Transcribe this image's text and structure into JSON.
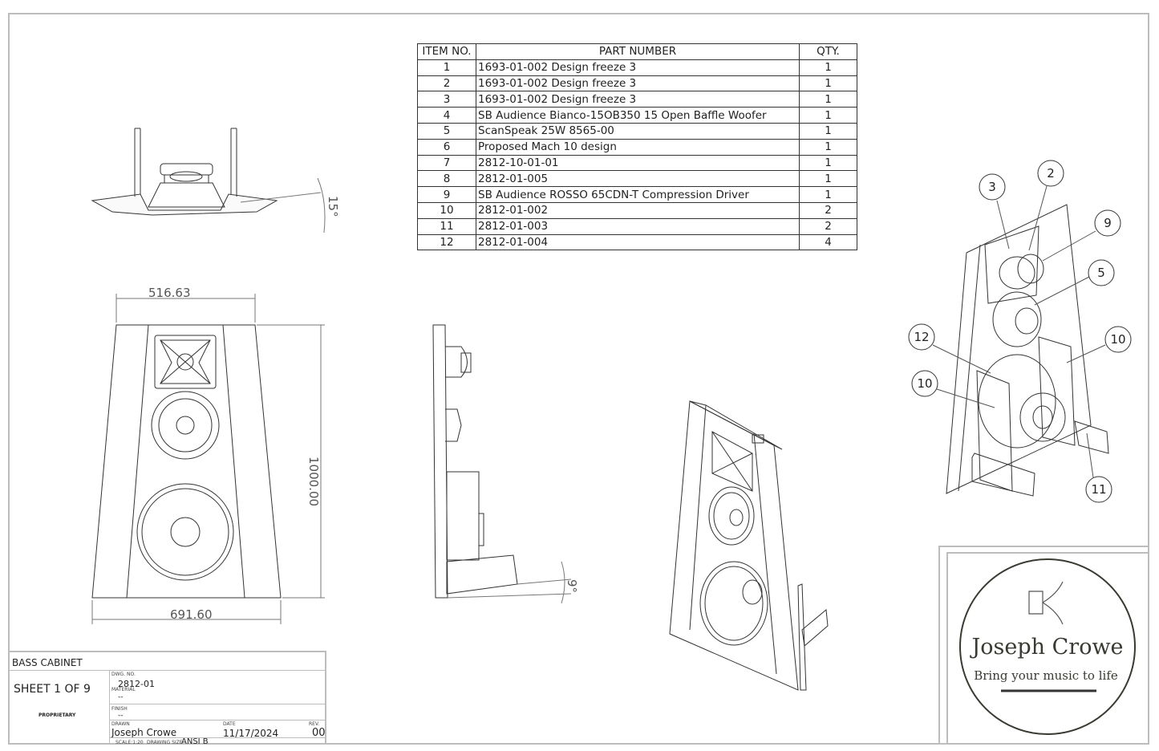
{
  "bom": {
    "headers": [
      "ITEM NO.",
      "PART NUMBER",
      "QTY."
    ],
    "rows": [
      {
        "item": "1",
        "part": "1693-01-002 Design freeze 3",
        "qty": "1"
      },
      {
        "item": "2",
        "part": "1693-01-002 Design freeze 3",
        "qty": "1"
      },
      {
        "item": "3",
        "part": "1693-01-002 Design freeze 3",
        "qty": "1"
      },
      {
        "item": "4",
        "part": "SB Audience Bianco-15OB350 15 Open Baffle Woofer",
        "qty": "1"
      },
      {
        "item": "5",
        "part": "ScanSpeak 25W 8565-00",
        "qty": "1"
      },
      {
        "item": "6",
        "part": "Proposed Mach 10 design",
        "qty": "1"
      },
      {
        "item": "7",
        "part": "2812-10-01-01",
        "qty": "1"
      },
      {
        "item": "8",
        "part": "2812-01-005",
        "qty": "1"
      },
      {
        "item": "9",
        "part": "SB Audience ROSSO 65CDN-T Compression Driver",
        "qty": "1"
      },
      {
        "item": "10",
        "part": "2812-01-002",
        "qty": "2"
      },
      {
        "item": "11",
        "part": "2812-01-003",
        "qty": "2"
      },
      {
        "item": "12",
        "part": "2812-01-004",
        "qty": "4"
      }
    ]
  },
  "dimensions": {
    "top_width": "516.63",
    "bottom_width": "691.60",
    "height": "1000.00",
    "top_view_angle": "15°",
    "side_view_angle": "9°"
  },
  "balloons": [
    "3",
    "2",
    "9",
    "5",
    "12",
    "10",
    "10",
    "11"
  ],
  "title_block": {
    "title": "BASS CABINET",
    "sheet": "SHEET 1 OF 9",
    "proprietary": "PROPRIETARY",
    "dwg_no_label": "DWG. NO.",
    "dwg_no": "2812-01",
    "material_label": "MATERIAL",
    "material": "--",
    "finish_label": "FINISH",
    "finish": "--",
    "drawn_label": "DRAWN",
    "drawn": "Joseph Crowe",
    "date_label": "DATE",
    "date": "11/17/2024",
    "rev_label": "REV.",
    "rev": "00",
    "scale": "SCALE:1:20",
    "drawing_size_label": "DRAWING SIZE",
    "drawing_size": "ANSI B"
  },
  "logo": {
    "name": "Joseph Crowe",
    "tagline": "Bring your music to life"
  }
}
